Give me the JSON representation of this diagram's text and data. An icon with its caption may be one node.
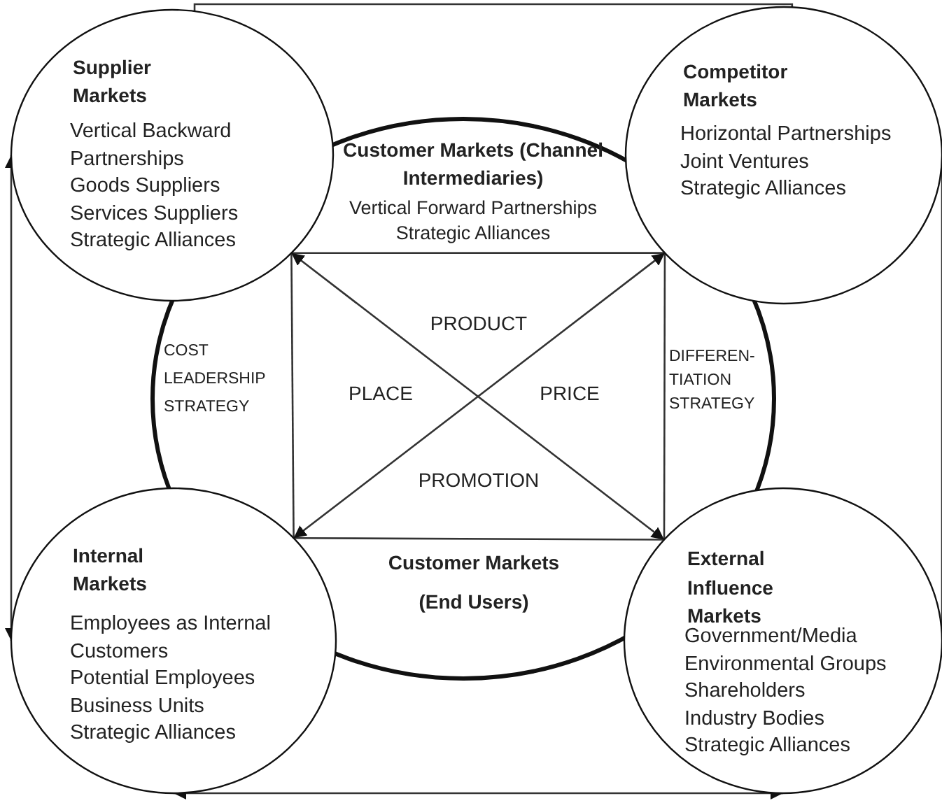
{
  "diagram": {
    "nodes": [
      {
        "text": [
          "Supplier Markets",
          "Vertical Backward Partnerships",
          "Goods Suppliers",
          "Services Suppliers",
          "Strategic Alliances"
        ]
      },
      {
        "text": [
          "Competitor Markets",
          "Horizontal Partnerships",
          "Joint Ventures",
          "Strategic Alliances"
        ]
      },
      {
        "text": [
          "Internal Markets",
          "Employees as Internal Customers",
          "Potential Employees",
          "Business Units",
          "Strategic Alliances"
        ]
      },
      {
        "text": [
          "External Influence Markets",
          "Government/Media",
          "Environmental Groups",
          "Shareholders",
          "Industry Bodies",
          "Strategic Alliances"
        ]
      }
    ],
    "edges": [
      {
        "from": 0,
        "to": 1,
        "arrow": "none"
      },
      {
        "from": 0,
        "to": 2,
        "arrow": "both"
      },
      {
        "from": 1,
        "to": 3,
        "arrow": "both"
      },
      {
        "from": 2,
        "to": 3,
        "arrow": "both"
      },
      {
        "from": 0,
        "to": 1,
        "arrow": "none"
      },
      {
        "from": 0,
        "to": 2,
        "arrow": "none"
      },
      {
        "from": 1,
        "to": 3,
        "arrow": "none"
      },
      {
        "from": 2,
        "to": 3,
        "arrow": "none"
      },
      {
        "from": 0,
        "to": 3,
        "arrow": "both"
      },
      {
        "from": 2,
        "to": 1,
        "arrow": "both"
      }
    ],
    "labels": [
      "Customer Markets (Channel Intermediaries)",
      "Vertical Forward Partnerships Strategic Alliances",
      "PRODUCT",
      "COST LEADERSHIP STRATEGY",
      "DIFFEREN- TIATION STRATEGY",
      "PLACE",
      "PRICE",
      "PROMOTION",
      "Customer Markets (End Users)"
    ]
  }
}
